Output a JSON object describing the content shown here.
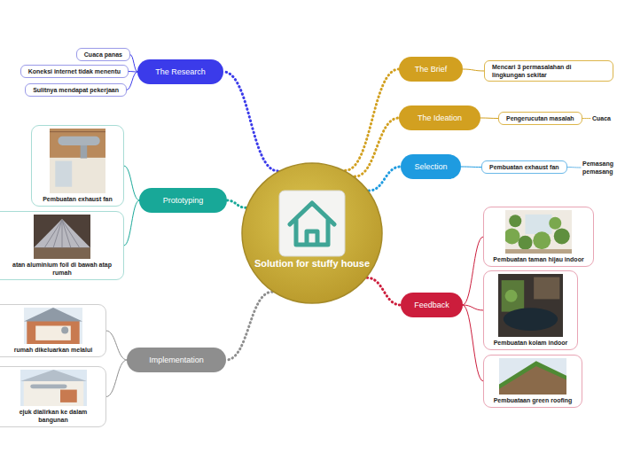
{
  "diagram": {
    "nodes": [
      {
        "text": [
          "Solution for stuffy house"
        ]
      },
      {
        "text": [
          "The Brief"
        ]
      },
      {
        "text": [
          "Mencari 3 permasalahan di lingkungan sekitar"
        ]
      },
      {
        "text": [
          "The Ideation"
        ]
      },
      {
        "text": [
          "Pengerucutan masalah"
        ]
      },
      {
        "text": [
          "Cuaca"
        ]
      },
      {
        "text": [
          "Selection"
        ]
      },
      {
        "text": [
          "Pembuatan exhaust fan"
        ]
      },
      {
        "text": [
          "Pemasang pemasang"
        ]
      },
      {
        "text": [
          "Feedback"
        ]
      },
      {
        "text": [
          "Pembuatan taman hijau indoor"
        ]
      },
      {
        "text": [
          "Pembuatan kolam indoor"
        ]
      },
      {
        "text": [
          "Pembuataan green roofing"
        ]
      },
      {
        "text": [
          "Implementation"
        ]
      },
      {
        "text": [
          "rumah dikeluarkan melalui"
        ]
      },
      {
        "text": [
          "ejuk dialirkan ke dalam bangunan"
        ]
      },
      {
        "text": [
          "Prototyping"
        ]
      },
      {
        "text": [
          "Pembuatan exhaust fan"
        ]
      },
      {
        "text": [
          "atan aluminium foil di bawah atap rumah"
        ]
      },
      {
        "text": [
          "The Research"
        ]
      },
      {
        "text": [
          "Cuaca panas"
        ]
      },
      {
        "text": [
          "Koneksi internet tidak menentu"
        ]
      },
      {
        "text": [
          "Sulitnya mendapat pekerjaan"
        ]
      }
    ],
    "edges": [
      {
        "from": 0,
        "to": 1,
        "arrow": "none"
      },
      {
        "from": 1,
        "to": 2,
        "arrow": "none"
      },
      {
        "from": 0,
        "to": 3,
        "arrow": "none"
      },
      {
        "from": 3,
        "to": 4,
        "arrow": "none"
      },
      {
        "from": 4,
        "to": 5,
        "arrow": "none"
      },
      {
        "from": 0,
        "to": 6,
        "arrow": "none"
      },
      {
        "from": 6,
        "to": 7,
        "arrow": "none"
      },
      {
        "from": 7,
        "to": 8,
        "arrow": "none"
      },
      {
        "from": 0,
        "to": 9,
        "arrow": "none"
      },
      {
        "from": 9,
        "to": 10,
        "arrow": "none"
      },
      {
        "from": 9,
        "to": 11,
        "arrow": "none"
      },
      {
        "from": 9,
        "to": 12,
        "arrow": "none"
      },
      {
        "from": 0,
        "to": 13,
        "arrow": "none"
      },
      {
        "from": 13,
        "to": 14,
        "arrow": "none"
      },
      {
        "from": 13,
        "to": 15,
        "arrow": "none"
      },
      {
        "from": 0,
        "to": 16,
        "arrow": "none"
      },
      {
        "from": 16,
        "to": 17,
        "arrow": "none"
      },
      {
        "from": 16,
        "to": 18,
        "arrow": "none"
      },
      {
        "from": 0,
        "to": 19,
        "arrow": "none"
      },
      {
        "from": 19,
        "to": 20,
        "arrow": "none"
      },
      {
        "from": 19,
        "to": 21,
        "arrow": "none"
      },
      {
        "from": 19,
        "to": 22,
        "arrow": "none"
      }
    ]
  }
}
